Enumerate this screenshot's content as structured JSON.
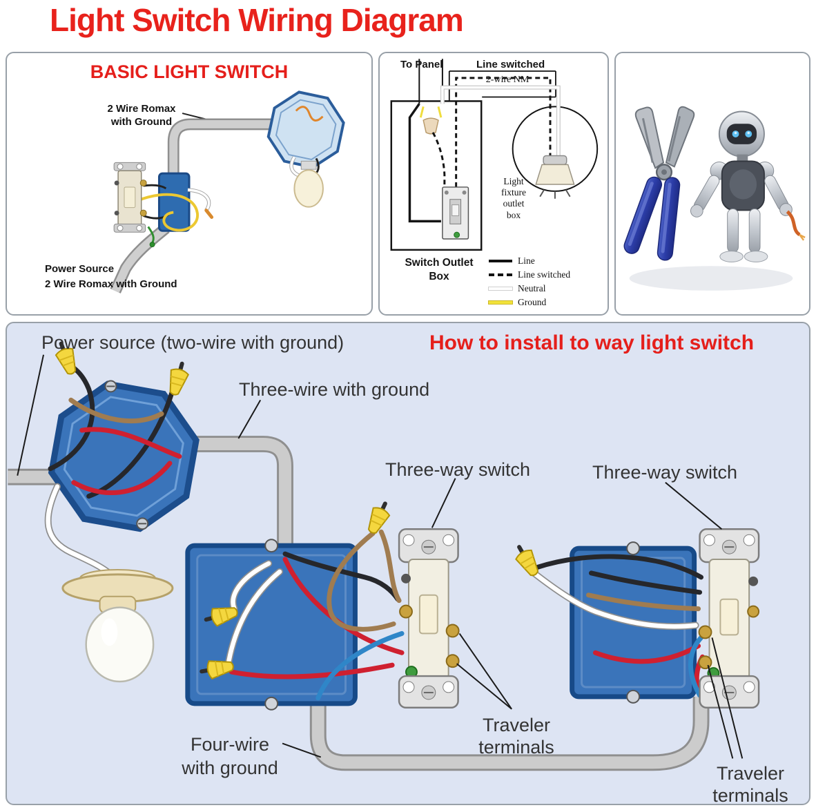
{
  "page_title": "Light Switch Wiring Diagram",
  "basic_panel": {
    "title": "BASIC LIGHT SWITCH",
    "romax_top_label": "2 Wire Romax\nwith Ground",
    "power_source_label": "Power Source\n2 Wire Romax with Ground"
  },
  "schematic_panel": {
    "to_panel_label": "To Panel",
    "line_switched_label": "Line switched",
    "two_wire_nm_label": "2-wire NM",
    "light_fixture_label": "Light\nfixture\noutlet\nbox",
    "switch_outlet_label": "Switch Outlet\nBox",
    "legend": [
      {
        "label": "Line",
        "style": "solid",
        "color": "#111111"
      },
      {
        "label": "Line switched",
        "style": "dashed",
        "color": "#111111"
      },
      {
        "label": "Neutral",
        "style": "solid",
        "color": "#ffffff"
      },
      {
        "label": "Ground",
        "style": "solid",
        "color": "#f2e23a"
      }
    ]
  },
  "photo_panel": {
    "pliers_icon": "diagonal-cutting-pliers",
    "robot_icon": "toy-robot"
  },
  "howto_panel": {
    "title": "How to install to way light switch",
    "power_source_label": "Power source (two-wire with ground)",
    "three_wire_label": "Three-wire with ground",
    "three_way_switch_label_1": "Three-way switch",
    "three_way_switch_label_2": "Three-way switch",
    "four_wire_label": "Four-wire\nwith ground",
    "traveler_label_1": "Traveler\nterminals",
    "traveler_label_2": "Traveler\nterminals"
  },
  "colors": {
    "title_red": "#e8221c",
    "panel_border": "#98a0a8",
    "howto_bg": "#dde4f3",
    "box_blue": "#3a74ba",
    "box_blue_dark": "#174a88",
    "wire_black": "#26272b",
    "wire_white": "#ffffff",
    "wire_red": "#cf2030",
    "wire_blue": "#2f86c8",
    "wire_brown": "#a07c50",
    "wire_nut_yellow": "#f4d73f",
    "ground_yellow": "#f2e23a",
    "conduit_gray": "#cccccc"
  }
}
